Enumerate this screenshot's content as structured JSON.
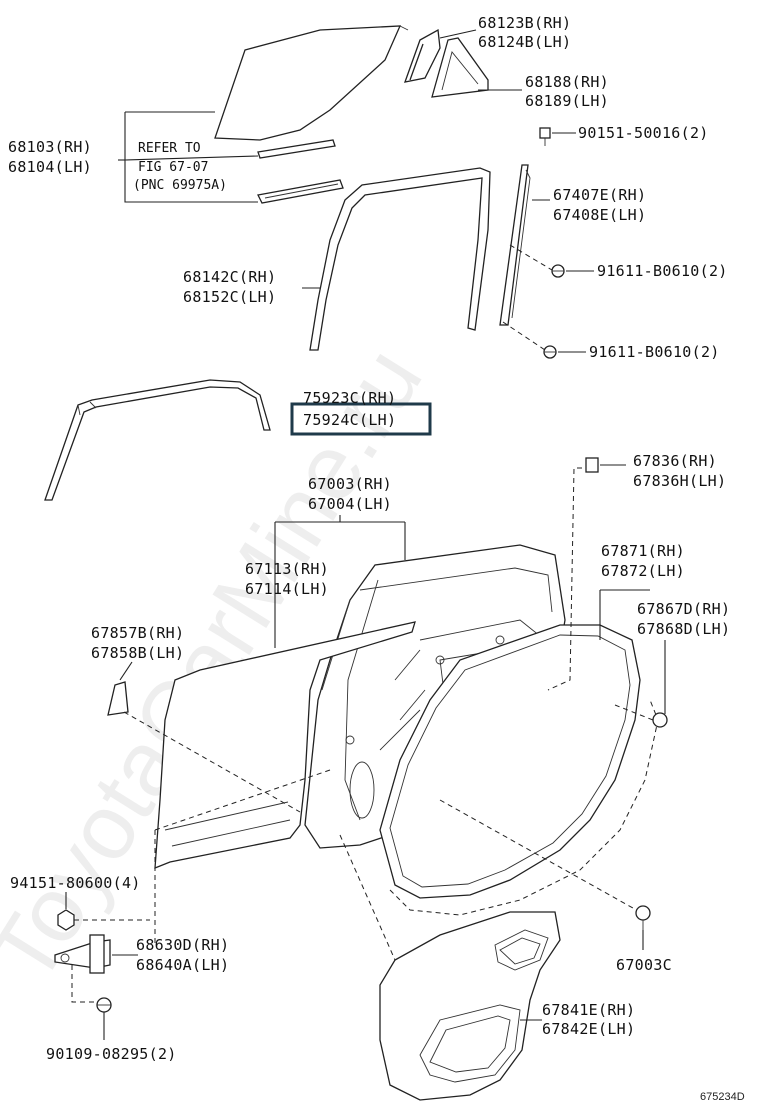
{
  "watermark": "ToyotaCarMine.ru",
  "diagram_id": "675234D",
  "highlighted_part": "75924C(LH)",
  "refer": {
    "line1": "REFER TO",
    "line2": "FIG 67-07",
    "line3": "(PNC 69975A)"
  },
  "labels": {
    "p68123": "68123B(RH)",
    "p68124": "68124B(LH)",
    "p68188": "68188(RH)",
    "p68189": "68189(LH)",
    "p68103": "68103(RH)",
    "p68104": "68104(LH)",
    "p90151": "90151-50016(2)",
    "p67407": "67407E(RH)",
    "p67408": "67408E(LH)",
    "p91611a": "91611-B0610(2)",
    "p68142": "68142C(RH)",
    "p68152": "68152C(LH)",
    "p91611b": "91611-B0610(2)",
    "p75923": "75923C(RH)",
    "p75924": "75924C(LH)",
    "p67003": "67003(RH)",
    "p67004": "67004(LH)",
    "p67836": "67836(RH)",
    "p67836h": "67836H(LH)",
    "p67113": "67113(RH)",
    "p67114": "67114(LH)",
    "p67871": "67871(RH)",
    "p67872": "67872(LH)",
    "p67857": "67857B(RH)",
    "p67858": "67858B(LH)",
    "p67867": "67867D(RH)",
    "p67868": "67868D(LH)",
    "p94151": "94151-80600(4)",
    "p68630": "68630D(RH)",
    "p68640": "68640A(LH)",
    "p67003c": "67003C",
    "p67841": "67841E(RH)",
    "p67842": "67842E(LH)",
    "p90109": "90109-08295(2)"
  }
}
